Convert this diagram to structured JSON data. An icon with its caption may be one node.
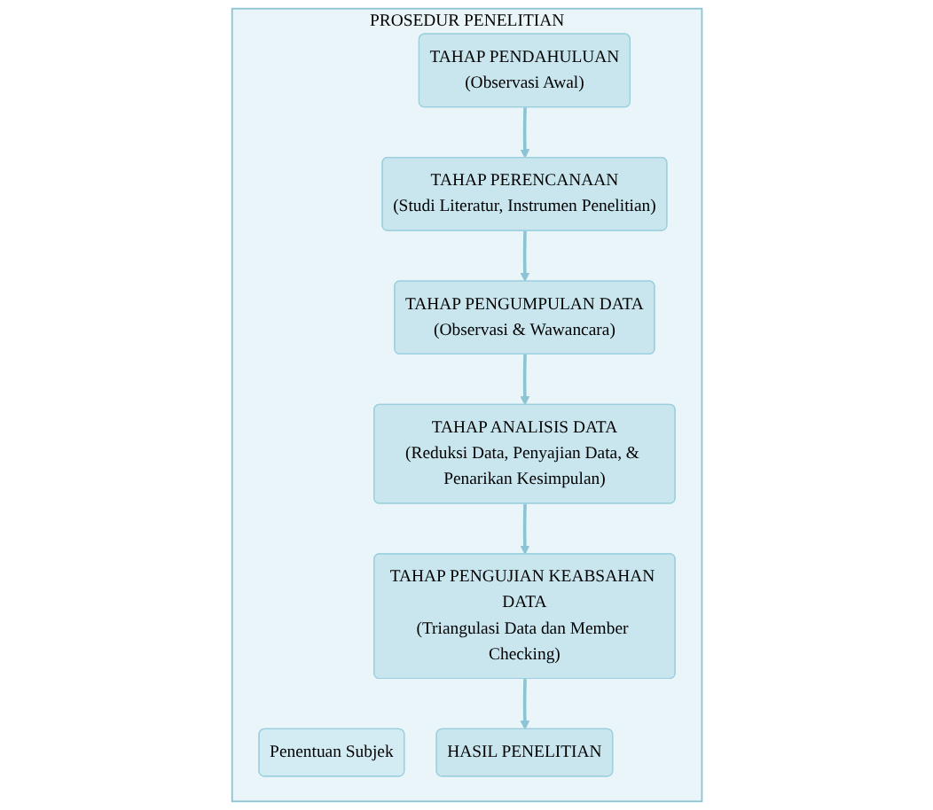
{
  "diagram": {
    "nodes": [
      {
        "text": [
          "PROSEDUR PENELITIAN"
        ]
      },
      {
        "text": [
          "Penentuan Subjek"
        ],
        "in": 0
      },
      {
        "text": [
          "TAHAP PENDAHULUAN",
          "(Observasi Awal)"
        ],
        "in": 0
      },
      {
        "text": [
          "TAHAP PERENCANAAN",
          "(Studi Literatur, Instrumen Penelitian)"
        ],
        "in": 0
      },
      {
        "text": [
          "TAHAP PENGUMPULAN DATA",
          "(Observasi & Wawancara)"
        ],
        "in": 0
      },
      {
        "text": [
          "TAHAP ANALISIS DATA",
          "(Reduksi Data, Penyajian Data, & Penarikan Kesimpulan)"
        ],
        "in": 0
      },
      {
        "text": [
          "TAHAP PENGUJIAN KEABSAHAN DATA",
          "(Triangulasi Data dan Member Checking)"
        ],
        "in": 0
      },
      {
        "text": [
          "HASIL PENELITIAN"
        ],
        "in": 0
      }
    ],
    "edges": [
      {
        "from": 2,
        "to": 3,
        "arrow": "to"
      },
      {
        "from": 3,
        "to": 4,
        "arrow": "to"
      },
      {
        "from": 4,
        "to": 5,
        "arrow": "to"
      },
      {
        "from": 5,
        "to": 6,
        "arrow": "to"
      },
      {
        "from": 6,
        "to": 7,
        "arrow": "to"
      }
    ]
  }
}
